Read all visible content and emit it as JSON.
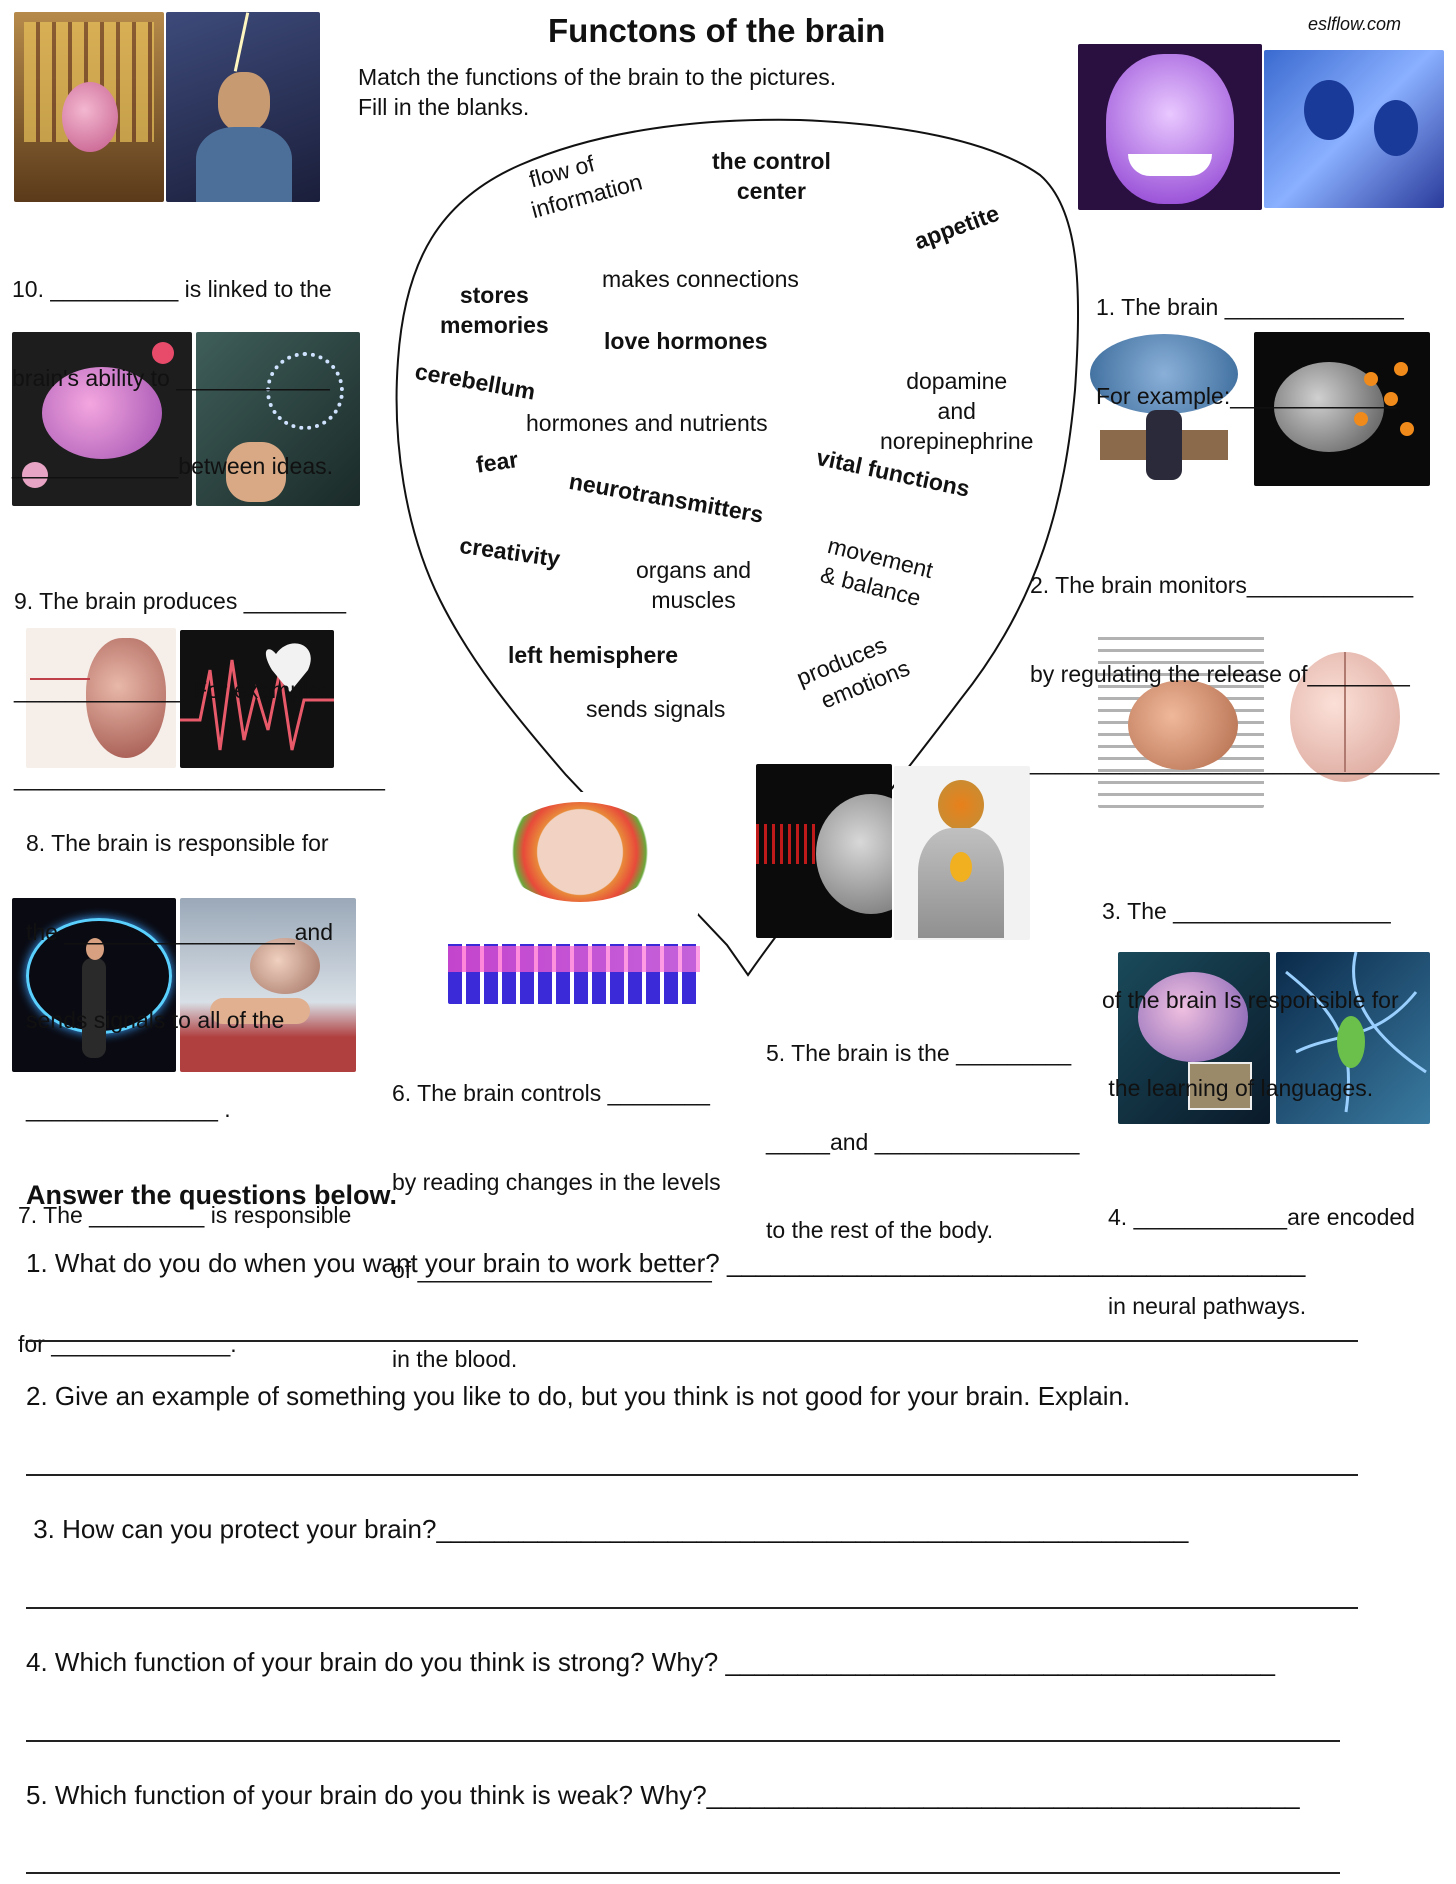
{
  "header": {
    "title": "Functons of the brain",
    "site": "eslflow.com",
    "instructions": [
      "Match the functions of the brain to the pictures.",
      "Fill in the blanks."
    ]
  },
  "word_bank": {
    "flow_of_information": [
      "flow of",
      "information"
    ],
    "control_center": [
      "the control",
      "center"
    ],
    "appetite": "appetite",
    "makes_connections": "makes connections",
    "stores_memories": [
      "stores",
      "memories"
    ],
    "love_hormones": "love hormones",
    "cerebellum": "cerebellum",
    "dopamine": [
      "dopamine",
      "and",
      "norepinephrine"
    ],
    "hormones_nutrients": "hormones and nutrients",
    "fear": "fear",
    "vital_functions": "vital functions",
    "neurotransmitters": "neurotransmitters",
    "creativity": "creativity",
    "organs_muscles": [
      "organs and",
      "muscles"
    ],
    "movement_balance": [
      "movement",
      "& balance"
    ],
    "left_hemisphere": "left hemisphere",
    "produces_emotions": [
      "produces",
      "emotions"
    ],
    "sends_signals": "sends signals"
  },
  "exercises": {
    "q1": [
      "1. The brain ______________",
      "For example:_____________"
    ],
    "q2": [
      "2. The brain monitors_____________",
      "by regulating the release of________",
      "________________________________"
    ],
    "q3": [
      "3. The _________________",
      "of the brain Is responsible for",
      " the learning of languages."
    ],
    "q4": [
      "4. ____________are encoded",
      "in neural pathways."
    ],
    "q5": [
      "5. The brain is the _________",
      "_____and ________________",
      "to the rest of the body."
    ],
    "q6": [
      "6. The brain controls ________",
      "by reading changes in the levels",
      "of _______________________",
      "in the blood."
    ],
    "q7": [
      "7. The _________ is responsible",
      "",
      "for ______________."
    ],
    "q8": [
      "8. The brain is responsible for",
      "the __________________and",
      "sends signals to all of the",
      "_______________ ."
    ],
    "q9": [
      "9. The brain produces ________",
      "_____________  For example:",
      "_____________________________"
    ],
    "q10": [
      "10. __________ is linked to the",
      "brain's ability to ____________",
      "_____________between ideas."
    ]
  },
  "questions": {
    "heading": "Answer the  questions below.",
    "items": [
      "1. What do you do when you want your brain to work better? ________________________________________",
      "2. Give an example of something you like to do, but you think is not good for your brain. Explain.",
      " 3. How can you protect your brain?____________________________________________________",
      "4. Which function of your brain do you think is strong? Why? ______________________________________",
      "5. Which function of your brain do you think is weak? Why?_________________________________________"
    ]
  },
  "images": {
    "img10a": "brain-gallery-picture",
    "img10b": "man-lightning-picture",
    "img9a": "pink-brain-hearts-picture",
    "img9b": "molecule-model-picture",
    "img8a": "anatomical-heart-picture",
    "img8b": "broken-heart-heartbeat-picture",
    "img7a": "woman-balancing-picture",
    "img7b": "hand-holding-brain-picture",
    "img6a": "brain-with-food-picture",
    "img6b": "level-chart-picture",
    "img5a": "brain-circuit-picture",
    "img5b": "body-nervous-system-picture",
    "img1a": "smiling-face-brain-picture",
    "img1b": "screaming-faces-picture",
    "img2a": "information-overload-picture",
    "img2b": "neuron-network-brain-picture",
    "img3a": "language-words-brain-picture",
    "img3b": "brain-front-view-picture",
    "img4a": "brain-with-photos-picture",
    "img4b": "neural-pathways-picture"
  }
}
